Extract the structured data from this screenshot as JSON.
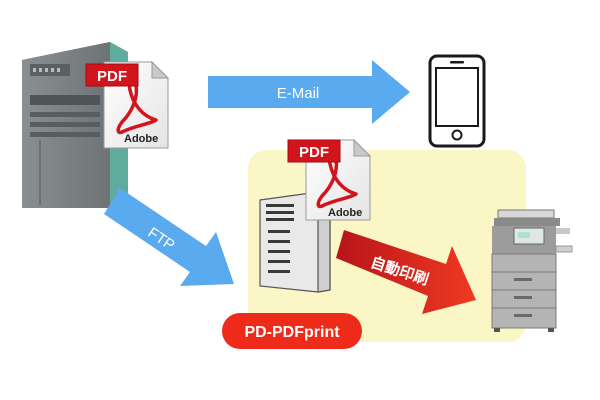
{
  "flow": {
    "email_label": "E-Mail",
    "ftp_label": "FTP",
    "auto_print_label": "自動印刷",
    "product_label": "PD-PDFprint"
  },
  "pdf_badge_top": {
    "badge": "PDF",
    "brand": "Adobe"
  },
  "pdf_badge_server": {
    "badge": "PDF",
    "brand": "Adobe"
  },
  "colors": {
    "arrow_blue": "#5aaaf0",
    "arrow_red": "#e8281e",
    "zone_yellow": "#fbf6c6",
    "product_pill": "#ee2a1a",
    "pdf_red": "#d4141c",
    "mainframe": "#7f8486"
  },
  "icons": [
    "mainframe-server-icon",
    "pdf-document-icon",
    "smartphone-icon",
    "tower-server-icon",
    "multifunction-printer-icon",
    "adobe-logo-icon"
  ]
}
